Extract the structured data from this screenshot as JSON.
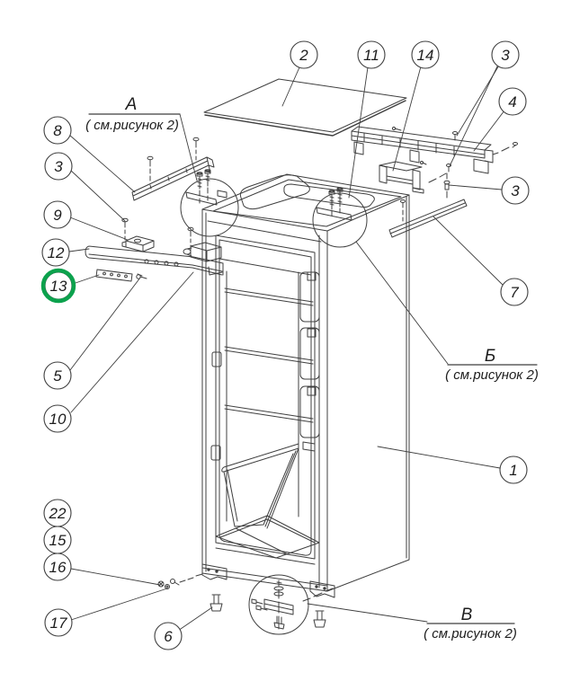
{
  "drawing": {
    "kind": "exploded parts diagram (freezer cabinet)",
    "line_color": "#3f3f3f",
    "detail_labels": [
      {
        "letter": "А",
        "note": "( см.рисунок 2)"
      },
      {
        "letter": "Б",
        "note": "( см.рисунок 2)"
      },
      {
        "letter": "В",
        "note": "( см.рисунок 2)"
      }
    ],
    "balloons": [
      "2",
      "11",
      "14",
      "3",
      "4",
      "3",
      "7",
      "1",
      "8",
      "3",
      "9",
      "12",
      "13",
      "5",
      "10",
      "22",
      "15",
      "16",
      "17",
      "6"
    ],
    "highlight": {
      "balloon": "13",
      "color": "#0ca24d"
    }
  }
}
